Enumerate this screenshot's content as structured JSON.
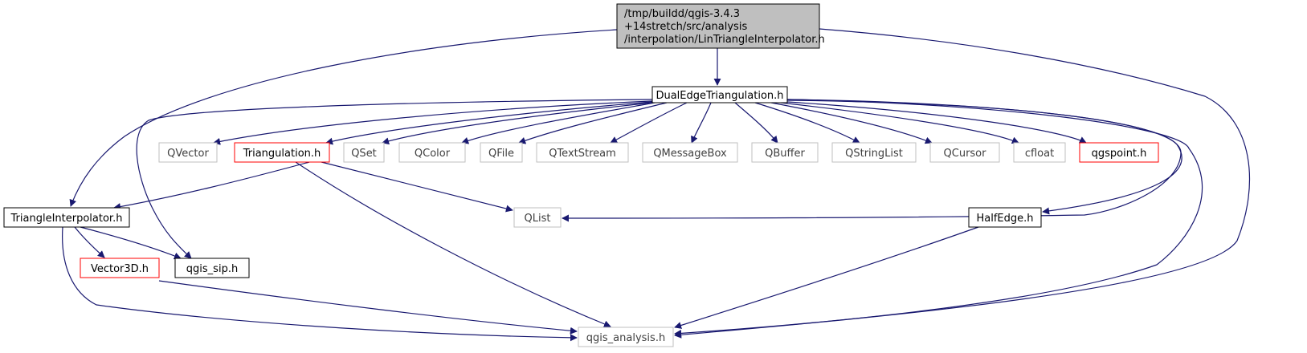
{
  "colors": {
    "edge": "#191970",
    "border_default": "#000000",
    "border_missing": "#bfbfbf",
    "border_truncated": "#ff0000",
    "root_fill": "#bfbfbf",
    "node_fill": "#ffffff"
  },
  "nodes": {
    "root": {
      "lines": [
        "/tmp/buildd/qgis-3.4.3",
        "+14stretch/src/analysis",
        "/interpolation/LinTriangleInterpolator.h"
      ],
      "style": "root"
    },
    "dual": {
      "label": "DualEdgeTriangulation.h",
      "style": "normal"
    },
    "qvector": {
      "label": "QVector",
      "style": "missing"
    },
    "triangulation": {
      "label": "Triangulation.h",
      "style": "truncated"
    },
    "qset": {
      "label": "QSet",
      "style": "missing"
    },
    "qcolor": {
      "label": "QColor",
      "style": "missing"
    },
    "qfile": {
      "label": "QFile",
      "style": "missing"
    },
    "qtextstream": {
      "label": "QTextStream",
      "style": "missing"
    },
    "qmessagebox": {
      "label": "QMessageBox",
      "style": "missing"
    },
    "qbuffer": {
      "label": "QBuffer",
      "style": "missing"
    },
    "qstringlist": {
      "label": "QStringList",
      "style": "missing"
    },
    "qcursor": {
      "label": "QCursor",
      "style": "missing"
    },
    "cfloat": {
      "label": "cfloat",
      "style": "missing"
    },
    "qgspoint": {
      "label": "qgspoint.h",
      "style": "truncated"
    },
    "triinterp": {
      "label": "TriangleInterpolator.h",
      "style": "normal"
    },
    "qlist": {
      "label": "QList",
      "style": "missing"
    },
    "halfedge": {
      "label": "HalfEdge.h",
      "style": "normal"
    },
    "vector3d": {
      "label": "Vector3D.h",
      "style": "truncated"
    },
    "qgissip": {
      "label": "qgis_sip.h",
      "style": "normal"
    },
    "qgisanalysis": {
      "label": "qgis_analysis.h",
      "style": "missing"
    }
  },
  "edges": [
    [
      "root",
      "dual"
    ],
    [
      "root",
      "triinterp"
    ],
    [
      "root",
      "qgisanalysis"
    ],
    [
      "dual",
      "qvector"
    ],
    [
      "dual",
      "triangulation"
    ],
    [
      "dual",
      "qset"
    ],
    [
      "dual",
      "qcolor"
    ],
    [
      "dual",
      "qfile"
    ],
    [
      "dual",
      "qtextstream"
    ],
    [
      "dual",
      "qmessagebox"
    ],
    [
      "dual",
      "qbuffer"
    ],
    [
      "dual",
      "qstringlist"
    ],
    [
      "dual",
      "qcursor"
    ],
    [
      "dual",
      "cfloat"
    ],
    [
      "dual",
      "qgspoint"
    ],
    [
      "dual",
      "qgissip"
    ],
    [
      "dual",
      "qlist"
    ],
    [
      "dual",
      "halfedge"
    ],
    [
      "dual",
      "qgisanalysis"
    ],
    [
      "triangulation",
      "triinterp"
    ],
    [
      "triangulation",
      "qlist"
    ],
    [
      "triangulation",
      "qgisanalysis"
    ],
    [
      "triinterp",
      "vector3d"
    ],
    [
      "triinterp",
      "qgissip"
    ],
    [
      "triinterp",
      "qgisanalysis"
    ],
    [
      "halfedge",
      "qgisanalysis"
    ],
    [
      "vector3d",
      "qgisanalysis"
    ]
  ]
}
